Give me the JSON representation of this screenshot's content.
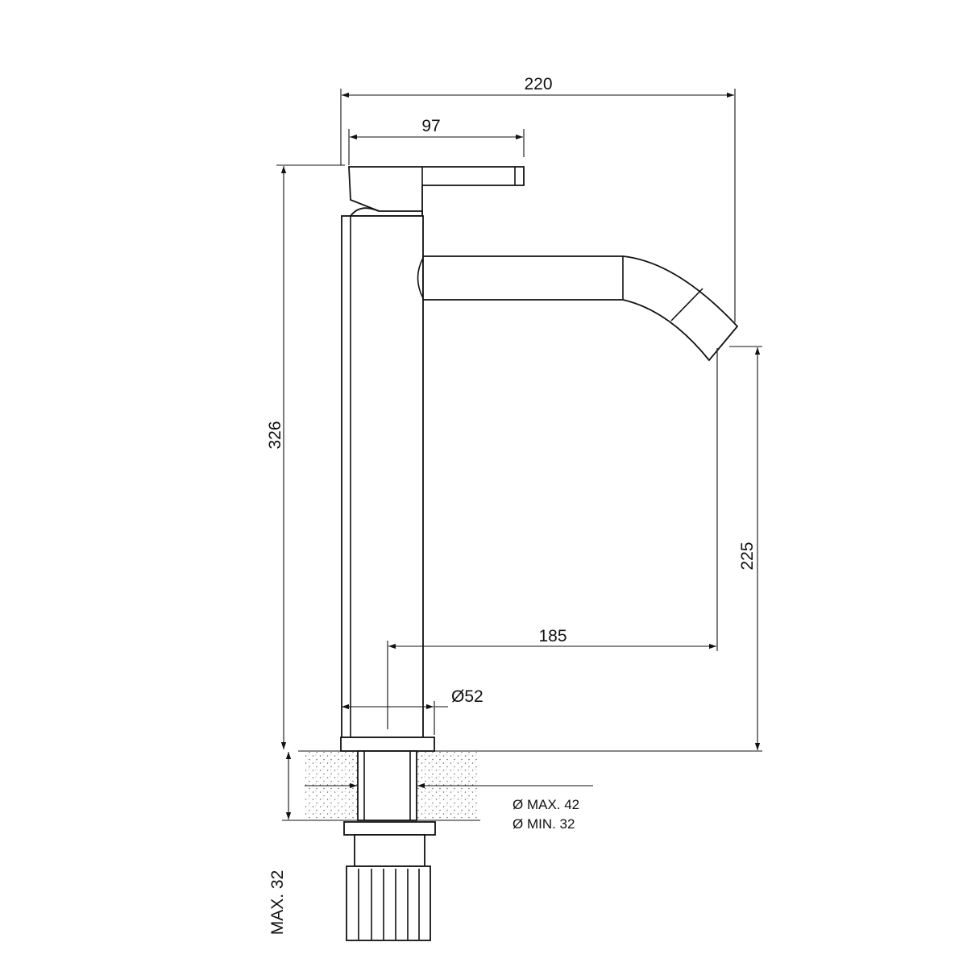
{
  "drawing": {
    "dimensions": {
      "overall_width": "220",
      "handle_length": "97",
      "total_height": "326",
      "spout_height": "225",
      "spout_reach": "185",
      "base_diameter": "Ø52",
      "max_thickness": "MAX. 32"
    },
    "notes": {
      "hole_max": "Ø MAX. 42",
      "hole_min": "Ø MIN. 32"
    }
  }
}
